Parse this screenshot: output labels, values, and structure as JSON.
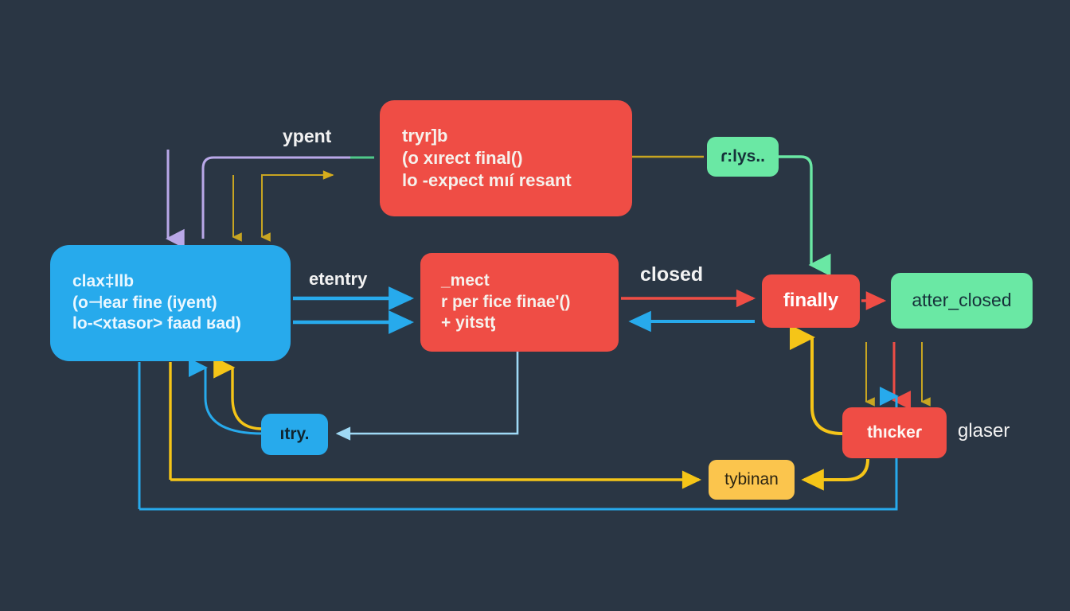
{
  "diagram": {
    "title": "state-flow-diagram",
    "background_color": "#2a3644",
    "palette": {
      "red": "#ef4d45",
      "blue": "#27aaec",
      "green": "#6ae8a4",
      "yellow": "#fbc54d",
      "gold_line": "#d6ad1c",
      "purple_line": "#b9a8e8",
      "white_line": "#e6e6e6",
      "text_light": "#f4f0ec",
      "text_dark": "#17313a"
    },
    "nodes": [
      {
        "id": "trylb",
        "label": "tryr]b\n(o xırect final()\nlo  -expect mıí resant",
        "color": "red",
        "shape": "rounded-rect"
      },
      {
        "id": "classllb",
        "label": "clax‡llb\n(o⊣ear fine (iyent)\nlo-<xtasor> faad ʁad)",
        "color": "blue",
        "shape": "rounded-rect"
      },
      {
        "id": "mect",
        "label": "_mect\nr per fice  finaeʹ()\n+ yitstƫ",
        "color": "red",
        "shape": "rounded-rect"
      },
      {
        "id": "rlys",
        "label": "ɾ:lys..",
        "color": "green",
        "shape": "rounded-rect"
      },
      {
        "id": "finally",
        "label": "finally",
        "color": "red",
        "shape": "rounded-rect"
      },
      {
        "id": "atter_closed",
        "label": "atter_closed",
        "color": "green",
        "shape": "rounded-rect"
      },
      {
        "id": "thicker",
        "label": "thıckeɾ",
        "color": "red",
        "shape": "rounded-rect"
      },
      {
        "id": "try",
        "label": "ıtry.",
        "color": "blue",
        "shape": "rounded-rect"
      },
      {
        "id": "tybinan",
        "label": "tybinan",
        "color": "yellow",
        "shape": "rounded-rect"
      }
    ],
    "edge_labels": [
      {
        "id": "ypent",
        "text": "ypent"
      },
      {
        "id": "etentry",
        "text": "etentry"
      },
      {
        "id": "closed",
        "text": "closed"
      },
      {
        "id": "glaser",
        "text": "glaser"
      }
    ]
  }
}
